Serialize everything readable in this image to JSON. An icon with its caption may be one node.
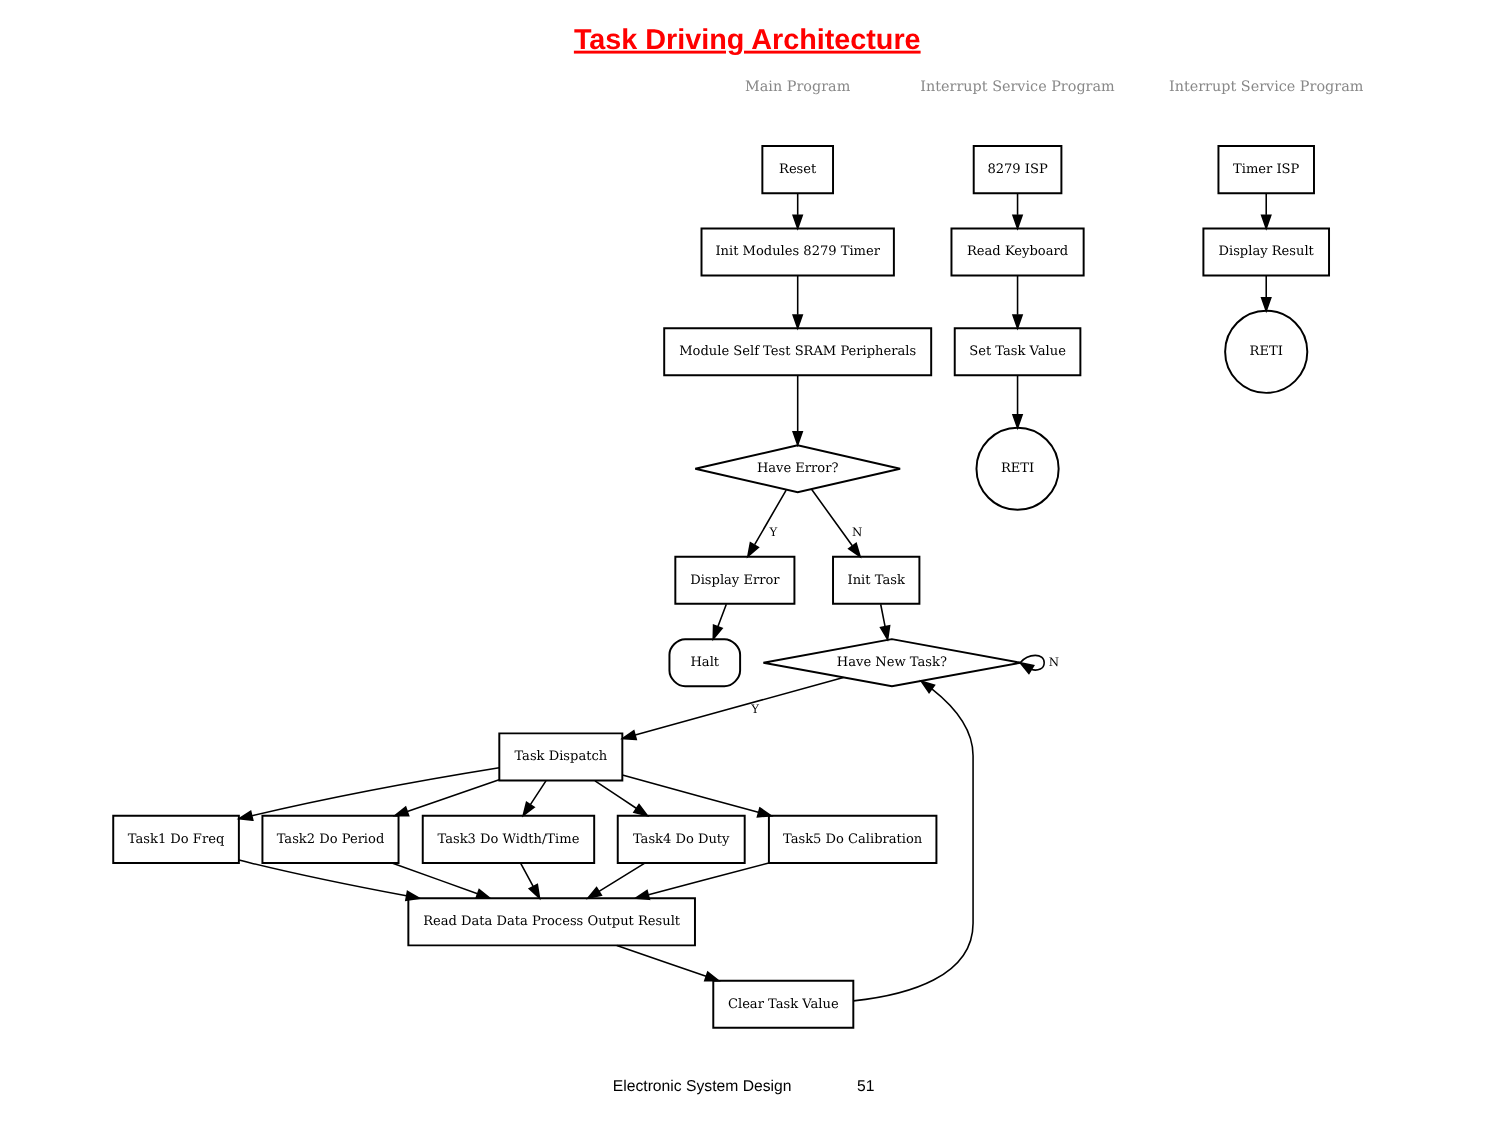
{
  "diagram": {
    "title": "Task Driving Architecture",
    "nodes": [
      {
        "text": [
          "Reset"
        ]
      },
      {
        "text": [
          "Init Modules 8279 Timer"
        ]
      },
      {
        "text": [
          "Module Self Test SRAM Peripherals"
        ]
      },
      {
        "text": [
          "Have Error?"
        ]
      },
      {
        "text": [
          "Display Error"
        ]
      },
      {
        "text": [
          "Halt"
        ]
      },
      {
        "text": [
          "Init Task"
        ]
      },
      {
        "text": [
          "Have New Task?"
        ]
      },
      {
        "text": [
          "Task Dispatch"
        ]
      },
      {
        "text": [
          "Task1 Do Freq"
        ]
      },
      {
        "text": [
          "Task2 Do Period"
        ]
      },
      {
        "text": [
          "Task3 Do Width/Time"
        ]
      },
      {
        "text": [
          "Task4 Do Duty"
        ]
      },
      {
        "text": [
          "Task5 Do Calibration"
        ]
      },
      {
        "text": [
          "Read Data Data Process Output Result"
        ]
      },
      {
        "text": [
          "Clear Task Value"
        ]
      },
      {
        "text": [
          "8279 ISP"
        ]
      },
      {
        "text": [
          "Read Keyboard"
        ]
      },
      {
        "text": [
          "Set Task Value"
        ]
      },
      {
        "text": [
          "RETI"
        ]
      },
      {
        "text": [
          "Timer ISP"
        ]
      },
      {
        "text": [
          "Display Result"
        ]
      },
      {
        "text": [
          "RETI"
        ]
      }
    ],
    "edges": [
      {
        "from": 0,
        "to": 1,
        "arrow": "to"
      },
      {
        "from": 1,
        "to": 2,
        "arrow": "to"
      },
      {
        "from": 2,
        "to": 3,
        "arrow": "to"
      },
      {
        "from": 3,
        "to": 4,
        "arrow": "to",
        "label": "Y"
      },
      {
        "from": 4,
        "to": 5,
        "arrow": "to"
      },
      {
        "from": 3,
        "to": 6,
        "arrow": "to",
        "label": "N"
      },
      {
        "from": 6,
        "to": 7,
        "arrow": "to"
      },
      {
        "from": 7,
        "to": 8,
        "arrow": "to",
        "label": "Y"
      },
      {
        "from": 8,
        "to": 9,
        "arrow": "to"
      },
      {
        "from": 8,
        "to": 10,
        "arrow": "to"
      },
      {
        "from": 8,
        "to": 11,
        "arrow": "to"
      },
      {
        "from": 8,
        "to": 12,
        "arrow": "to"
      },
      {
        "from": 8,
        "to": 13,
        "arrow": "to"
      },
      {
        "from": 9,
        "to": 14,
        "arrow": "to"
      },
      {
        "from": 10,
        "to": 14,
        "arrow": "to"
      },
      {
        "from": 11,
        "to": 14,
        "arrow": "to"
      },
      {
        "from": 12,
        "to": 14,
        "arrow": "to"
      },
      {
        "from": 13,
        "to": 14,
        "arrow": "to"
      },
      {
        "from": 14,
        "to": 15,
        "arrow": "to"
      },
      {
        "from": 15,
        "to": 7,
        "arrow": "to"
      },
      {
        "from": 7,
        "to": 7,
        "arrow": "to",
        "label": "N"
      },
      {
        "from": 16,
        "to": 17,
        "arrow": "to"
      },
      {
        "from": 17,
        "to": 18,
        "arrow": "to"
      },
      {
        "from": 18,
        "to": 19,
        "arrow": "to"
      },
      {
        "from": 20,
        "to": 21,
        "arrow": "to"
      },
      {
        "from": 21,
        "to": 22,
        "arrow": "to"
      }
    ],
    "labels": [
      "Main Program",
      "Interrupt Service Program",
      "Interrupt Service Program",
      "Electronic System Design",
      "51"
    ]
  }
}
